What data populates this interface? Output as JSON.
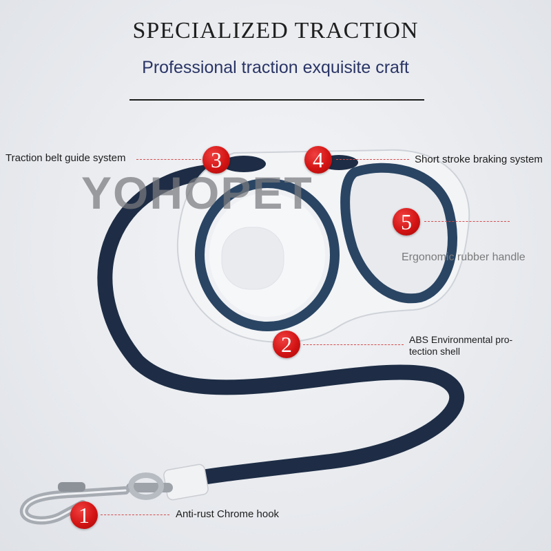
{
  "header": {
    "title": "SPECIALIZED TRACTION",
    "subtitle": "Professional traction exquisite craft"
  },
  "watermark": "YOHOPET",
  "callouts": [
    {
      "number": "1",
      "label": "Anti-rust Chrome hook"
    },
    {
      "number": "2",
      "label": "ABS Environmental pro-tection shell"
    },
    {
      "number": "3",
      "label": "Traction belt guide system"
    },
    {
      "number": "4",
      "label": "Short stroke braking system"
    },
    {
      "number": "5",
      "label": "Ergonomic rubber handle"
    }
  ],
  "colors": {
    "accent_red": "#d31414",
    "leash_navy": "#1e2d45",
    "shell_white": "#f3f4f6",
    "trim_navy": "#2a4563"
  }
}
